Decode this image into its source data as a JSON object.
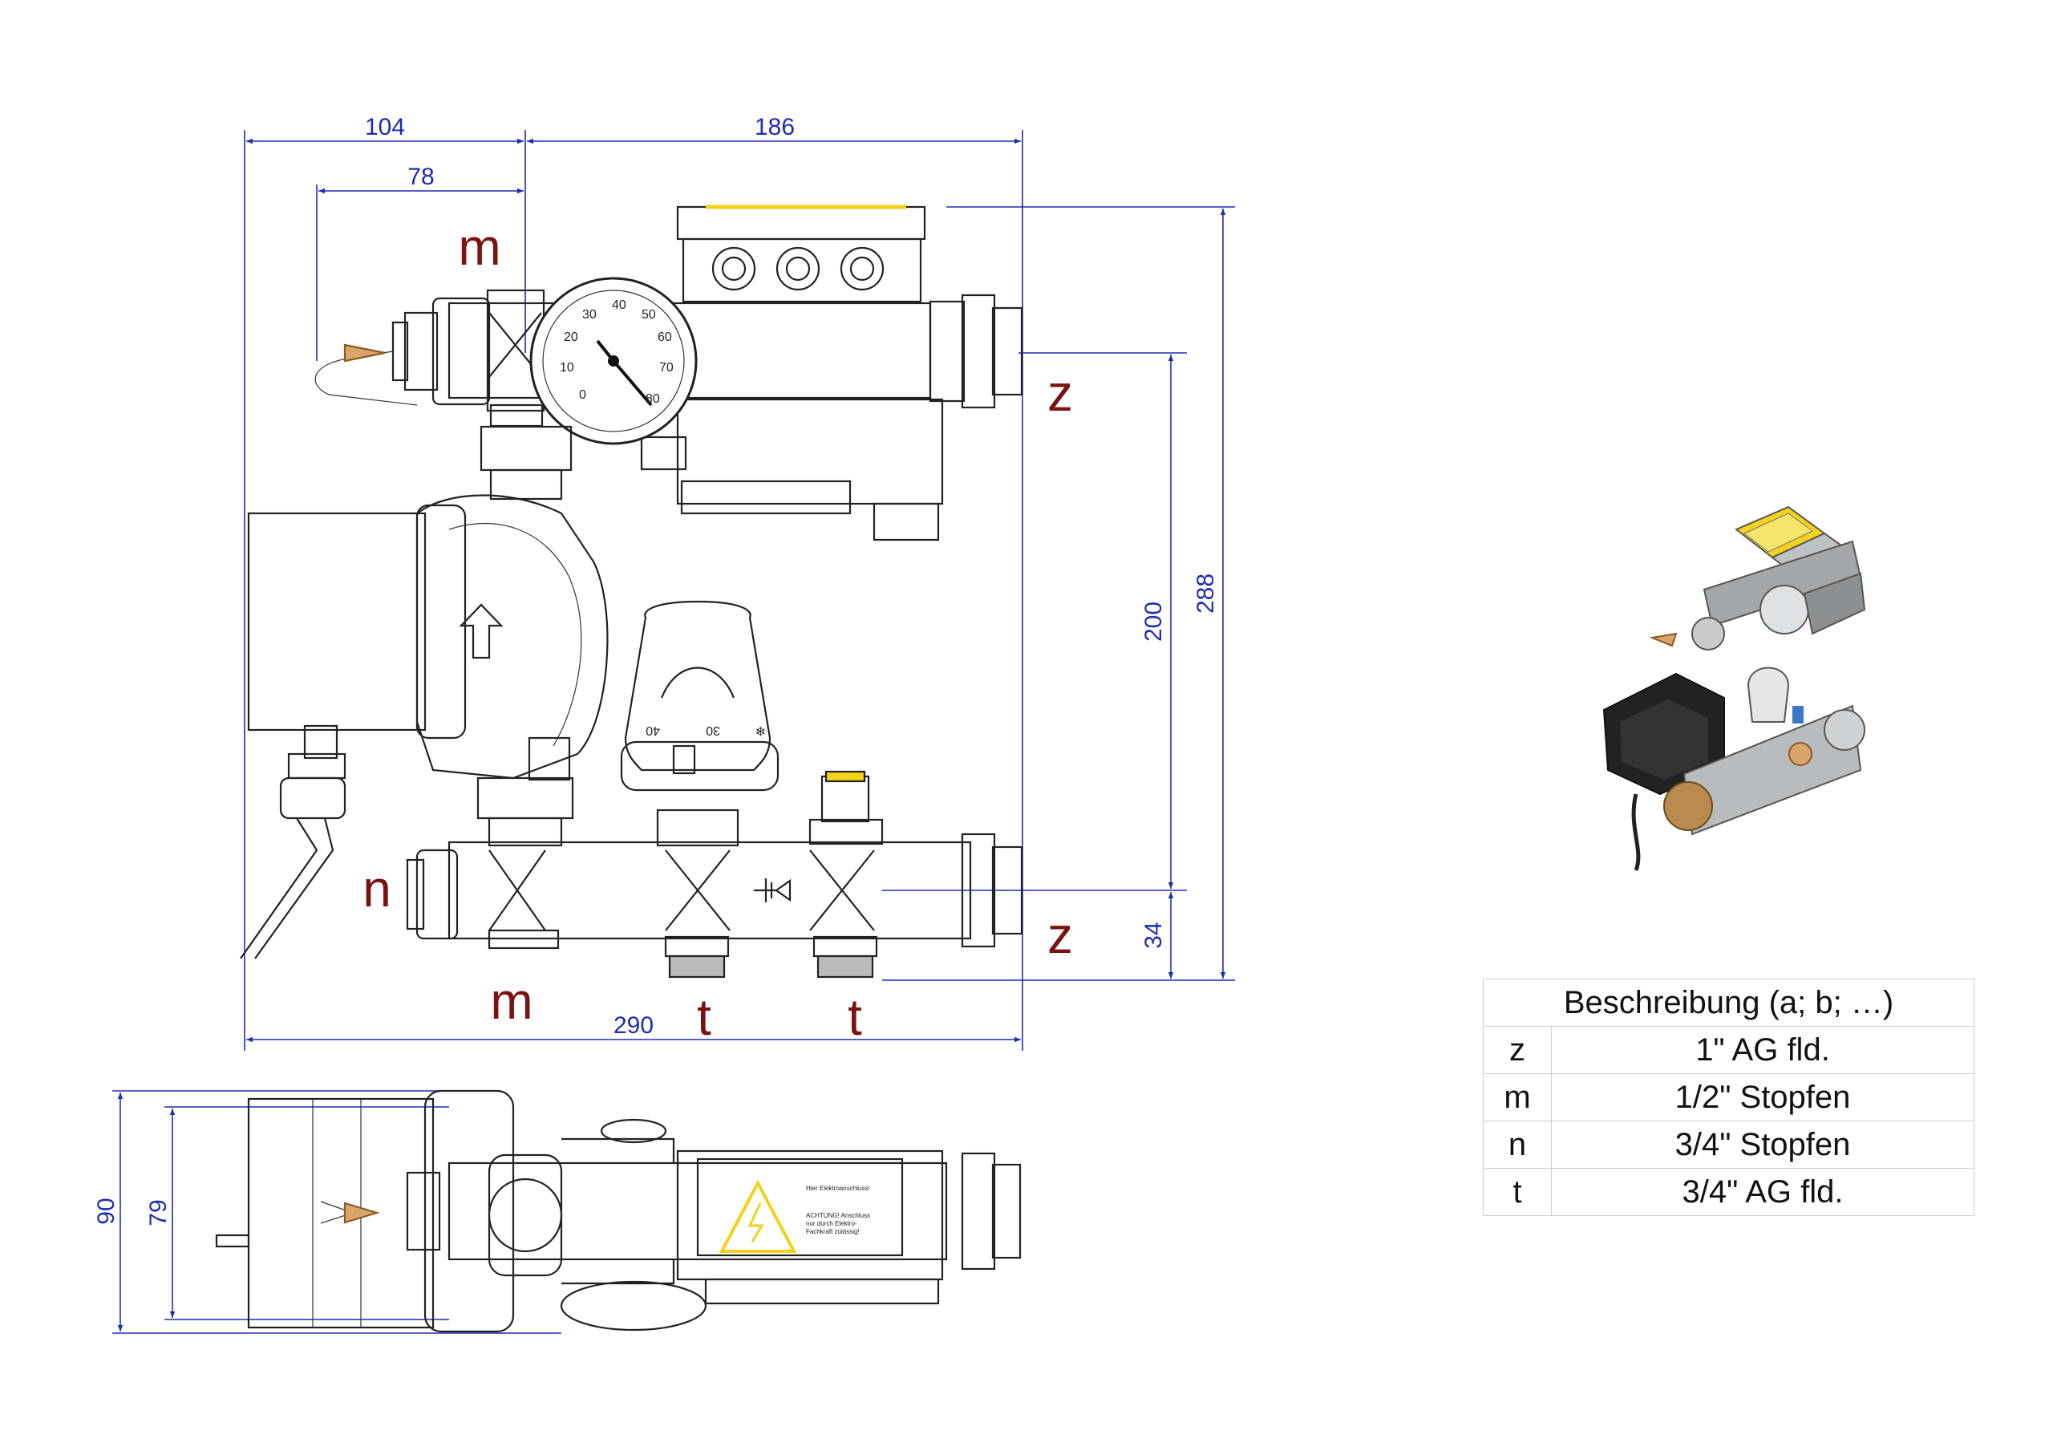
{
  "dimensions": {
    "top_left": "104",
    "top_right": "186",
    "inner_left": "78",
    "height_inner": "200",
    "height_total": "288",
    "bottom_offset": "34",
    "total_width": "290",
    "plan_outer": "90",
    "plan_inner": "79"
  },
  "labels": {
    "m_top": "m",
    "z_upper": "z",
    "n_left": "n",
    "z_lower": "z",
    "m_bottom": "m",
    "t_first": "t",
    "t_second": "t"
  },
  "gauge": {
    "ticks": [
      "0",
      "10",
      "20",
      "30",
      "40",
      "50",
      "60",
      "70",
      "80"
    ]
  },
  "thermostat": {
    "marks": [
      "40",
      "30",
      "❄"
    ]
  },
  "warning_box": {
    "line1": "Hier Elektroanschluss!",
    "line2": "ACHTUNG! Anschluss",
    "line3": "nur durch Elektro-",
    "line4": "Fachkraft zulässig!"
  },
  "legend": {
    "header": "Beschreibung (a; b; …)",
    "rows": [
      {
        "key": "z",
        "value": "1\" AG fld."
      },
      {
        "key": "m",
        "value": "1/2\" Stopfen"
      },
      {
        "key": "n",
        "value": "3/4\" Stopfen"
      },
      {
        "key": "t",
        "value": "3/4\" AG fld."
      }
    ]
  },
  "colors": {
    "dimension": "#1f2bb0",
    "label": "#7a1212",
    "warning": "#f2d21a"
  }
}
